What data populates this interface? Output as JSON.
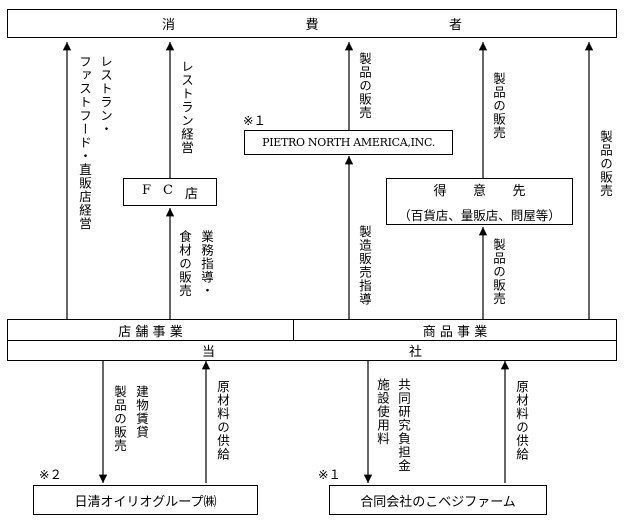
{
  "consumer": [
    "消",
    "費",
    "者"
  ],
  "fc_store": [
    "F",
    "C",
    "店"
  ],
  "pietro_na": "PIETRO NORTH AMERICA,INC.",
  "tokuisaki": {
    "title": [
      "得",
      "意",
      "先"
    ],
    "sub": "（百貨店、量販店、問屋等）"
  },
  "segments": {
    "store": "店 舗 事 業",
    "product": "商 品 事 業"
  },
  "company": [
    "当",
    "社"
  ],
  "nisshin": "日清オイリオグループ㈱",
  "nokoveji": "合同会社のこベジファーム",
  "notes": {
    "n1_top": "※１",
    "n1_bottom": "※１",
    "n2": "※２"
  },
  "flows": {
    "restaurant_fastfood_col1": "レストラン・",
    "restaurant_fastfood_col2": "ファストフード・直販店経営",
    "restaurant_mgmt": "レストラン経営",
    "foodstuff_sales": "食材の販売",
    "business_guidance": "業務指導・",
    "product_sales_pietro": "製品の販売",
    "mfg_sales_guidance": "製造販売指導",
    "product_sales_tokui_top": "製品の販売",
    "product_sales_tokui_bottom": "製品の販売",
    "product_sales_right": "製品の販売",
    "product_sales_nisshin": "製品の販売",
    "building_lease": "建物賃貸",
    "raw_supply_nisshin": "原材料の供給",
    "facility_fee": "施設使用料",
    "joint_research": "共同研究負担金",
    "raw_supply_nokoveji": "原材料の供給"
  }
}
